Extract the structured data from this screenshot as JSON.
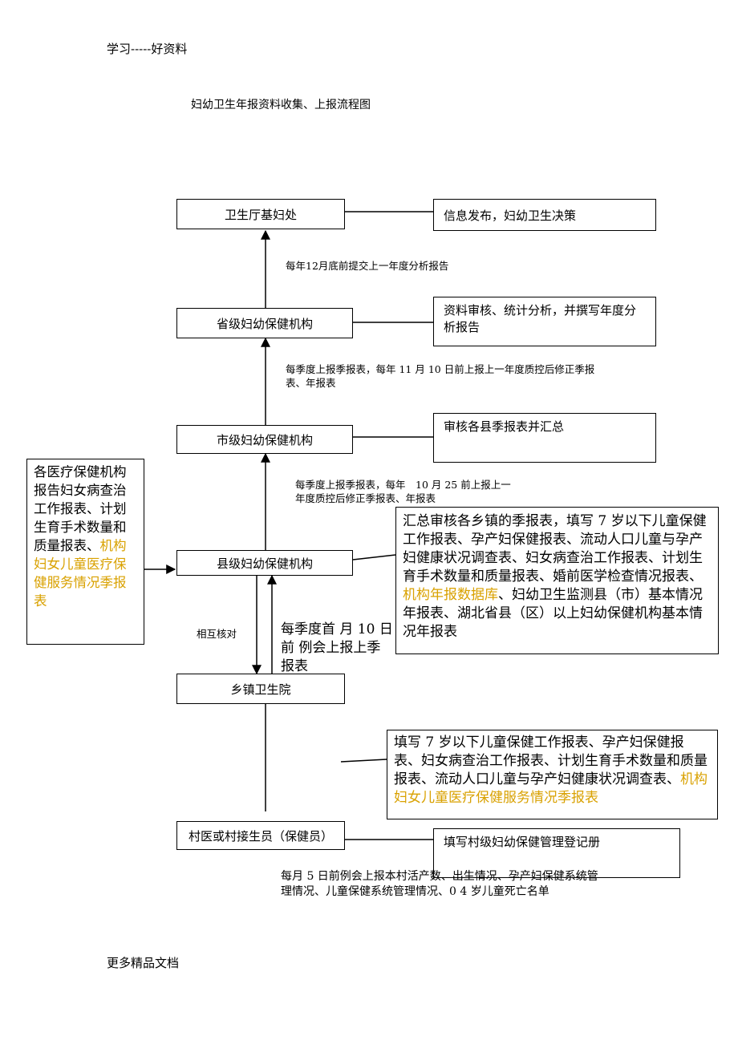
{
  "page": {
    "header": "学习-----好资料",
    "title": "妇幼卫生年报资料收集、上报流程图",
    "footer": "更多精品文档"
  },
  "nodes": {
    "health_dept": "卫生厅基妇处",
    "provincial": "省级妇幼保健机构",
    "city": "市级妇幼保健机构",
    "county": "县级妇幼保健机构",
    "township": "乡镇卫生院",
    "village": "村医或村接生员（保健员）"
  },
  "side_boxes": {
    "info_release": "信息发布，妇幼卫生决策",
    "provincial_task": "资料审核、统计分析，并撰写年度分析报告",
    "city_task": "审核各县季报表并汇总",
    "county_task": {
      "part1": "汇总审核各乡镇的季报表，填写 7 岁以下儿童保健工作报表、孕产妇保健报表、流动人口儿童与孕产妇健康状况调查表、妇女病查治工作报表、计划生育手术数量和质量报表、婚前医学检查情况报表、",
      "highlight": "机构年报数据库",
      "part2": "、妇幼卫生监测县（市）基本情况年报表、湖北省县（区）以上妇幼保健机构基本情况年报表"
    },
    "medical_institutions": {
      "part1": "各医疗保健机构报告妇女病查治工作报表、计划生育手术数量和质量报表、",
      "highlight": "机构妇女儿童医疗保健服务情况季报表"
    },
    "township_task": {
      "part1": "填写 7 岁以下儿童保健工作报表、孕产妇保健报表、妇女病查治工作报表、计划生育手术数量和质量报表、流动人口儿童与孕产妇健康状况调查表、",
      "highlight": "机构妇女儿童医疗保健服务情况季报表"
    },
    "village_task": "填写村级妇幼保健管理登记册"
  },
  "edge_labels": {
    "prov_to_dept": "每年12月底前提交上一年度分析报告",
    "city_to_prov": "每季度上报季报表，每年 11 月 10 日前上报上一年度质控后修正季报表、年报表",
    "county_to_city": "每季度上报季报表，每年　10 月 25 前上报上一年度质控后修正季报表、年报表",
    "mutual_check": "相互核对",
    "township_to_county": "每季度首 月 10 日前 例会上报上季报表",
    "village_to_township": "每月 5 日前例会上报本村活产数、出生情况、孕产妇保健系统管理情况、儿童保健系统管理情况、0 4 岁儿童死亡名单"
  },
  "colors": {
    "highlight": "#d9a100",
    "line": "#000000"
  }
}
